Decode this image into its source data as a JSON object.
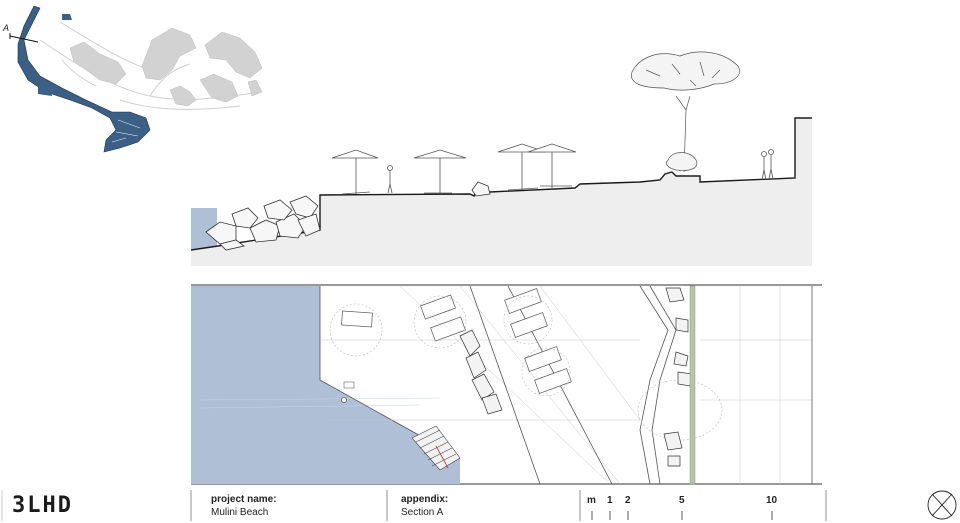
{
  "logo": {
    "text": "3LHD"
  },
  "section_marker": "A",
  "footer": {
    "project_label": "project name:",
    "project_value": "Mulini Beach",
    "appendix_label": "appendix:",
    "appendix_value": "Section A"
  },
  "scale_bar": {
    "unit": "m",
    "marks": [
      "1",
      "2",
      "5",
      "10"
    ]
  },
  "colors": {
    "water": "#aebfd6",
    "site_highlight": "#3b5f85",
    "ground": "#eeeeee",
    "building_grey": "#cfcfcf",
    "line": "#222222"
  },
  "icons": {
    "north_arrow": "north-arrow-icon",
    "tree": "pine-tree-icon",
    "parasol": "parasol-icon",
    "person": "person-icon"
  }
}
